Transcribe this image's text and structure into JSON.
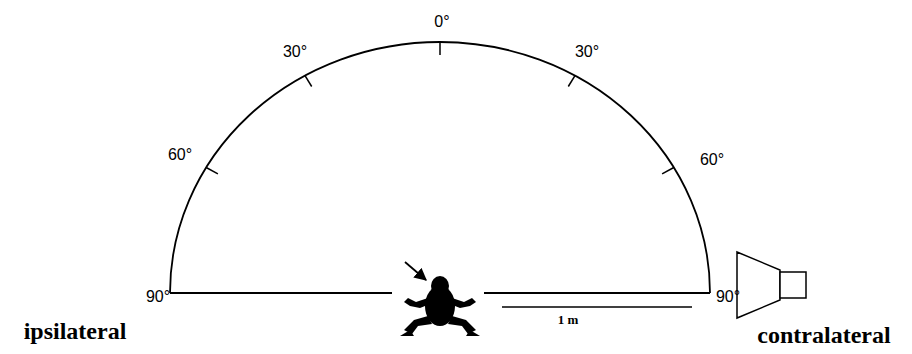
{
  "diagram": {
    "labels": [
      "0°",
      "30°",
      "30°",
      "60°",
      "60°",
      "90°",
      "90°",
      "ipsilateral",
      "1 m",
      "contralateral"
    ]
  }
}
